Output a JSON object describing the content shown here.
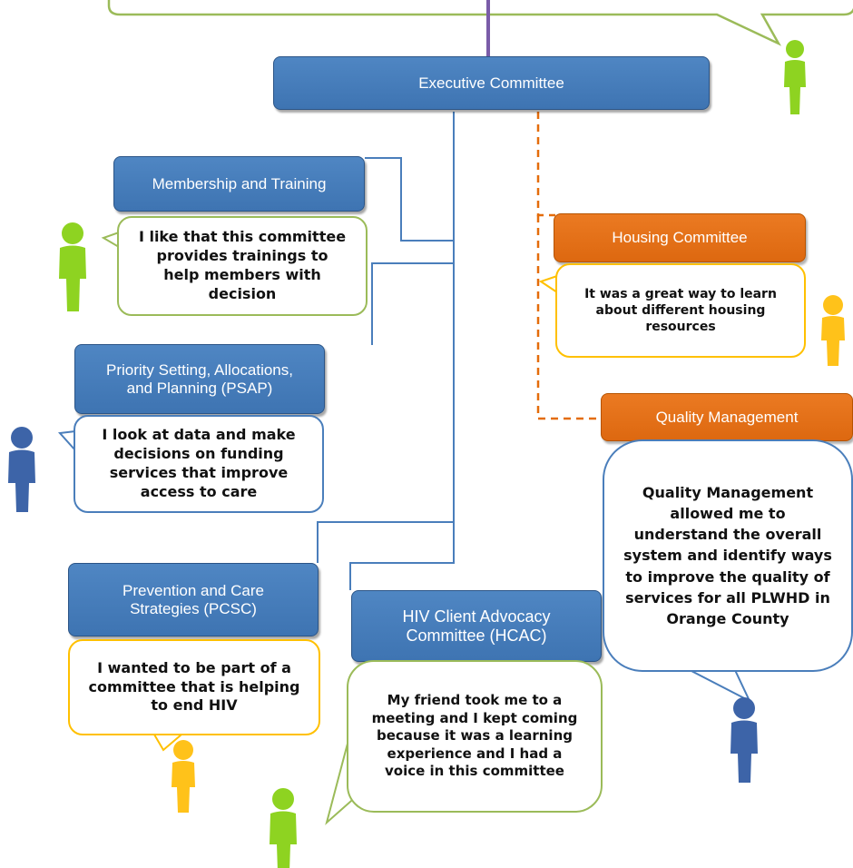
{
  "committees": {
    "executive": "Executive Committee",
    "membership": "Membership and Training",
    "psap": "Priority Setting, Allocations, and Planning (PSAP)",
    "pcsc": "Prevention and Care Strategies (PCSC)",
    "hcac": "HIV Client Advocacy Committee (HCAC)",
    "housing": "Housing Committee",
    "quality": "Quality Management"
  },
  "quotes": {
    "membership": "I like that this committee provides trainings to help members with decision",
    "psap": "I look at data and make decisions on funding services that improve access to care",
    "pcsc": "I wanted to be part of a committee that is helping to end HIV",
    "hcac": "My friend took me to a meeting and I kept coming because it was a learning experience and I had a voice in this committee",
    "housing": "It was a great way to learn about different housing resources",
    "quality": "Quality Management allowed me to understand the overall system and identify ways to improve the quality of services for all PLWHD in Orange County"
  },
  "colors": {
    "blue_box": "#4a7ebb",
    "orange_box": "#e46c0a",
    "connector_blue": "#4a7ebb",
    "connector_orange": "#e46c0a",
    "connector_purple": "#7a5ca8",
    "bubble_green": "#9bbb59",
    "bubble_blue": "#4a7ebb",
    "bubble_yellow": "#ffc000",
    "person_green": "#8ed321",
    "person_blue": "#3d64a8",
    "person_yellow": "#ffc21a"
  },
  "people_icons": [
    "green-person-icon",
    "blue-person-icon",
    "yellow-person-icon"
  ]
}
